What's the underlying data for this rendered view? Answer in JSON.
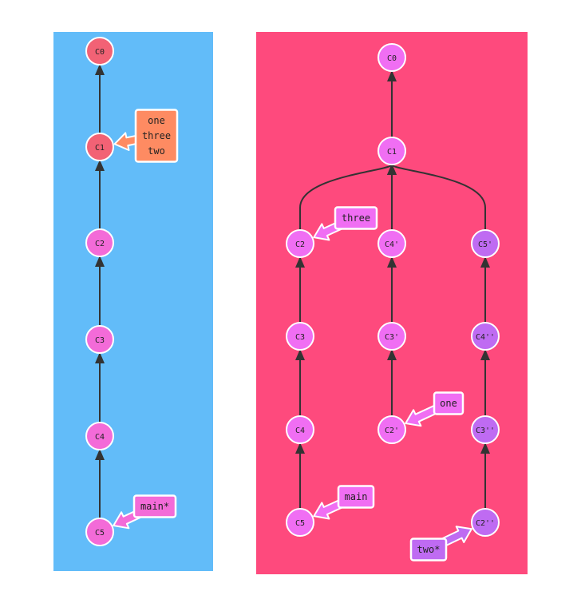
{
  "colors": {
    "left_bg": "#62bcf9",
    "right_bg": "#fe4a7d",
    "commit_pink": "#f36bd8",
    "commit_red": "#f26275",
    "commit_magenta": "#f06ef3",
    "commit_purple": "#bf6bf2",
    "label_orange": "#fe8b62",
    "edge": "#333333"
  },
  "left_graph": {
    "commits": [
      {
        "id": "C0",
        "color": "commit_red"
      },
      {
        "id": "C1",
        "color": "commit_red"
      },
      {
        "id": "C2",
        "color": "commit_pink"
      },
      {
        "id": "C3",
        "color": "commit_pink"
      },
      {
        "id": "C4",
        "color": "commit_pink"
      },
      {
        "id": "C5",
        "color": "commit_pink"
      }
    ],
    "branch_labels": [
      {
        "lines": [
          "one",
          "three",
          "two"
        ],
        "target": "C1",
        "color": "label_orange"
      },
      {
        "lines": [
          "main*"
        ],
        "target": "C5",
        "color": "commit_pink"
      }
    ]
  },
  "right_graph": {
    "commits": [
      {
        "id": "C0",
        "color": "commit_magenta"
      },
      {
        "id": "C1",
        "color": "commit_magenta"
      },
      {
        "id": "C2",
        "color": "commit_magenta"
      },
      {
        "id": "C3",
        "color": "commit_magenta"
      },
      {
        "id": "C4",
        "color": "commit_magenta"
      },
      {
        "id": "C5",
        "color": "commit_magenta"
      },
      {
        "id": "C4'",
        "color": "commit_magenta"
      },
      {
        "id": "C3'",
        "color": "commit_magenta"
      },
      {
        "id": "C2'",
        "color": "commit_magenta"
      },
      {
        "id": "C5'",
        "color": "commit_purple"
      },
      {
        "id": "C4''",
        "color": "commit_purple"
      },
      {
        "id": "C3''",
        "color": "commit_purple"
      },
      {
        "id": "C2''",
        "color": "commit_purple"
      }
    ],
    "branch_labels": [
      {
        "lines": [
          "three"
        ],
        "target": "C2",
        "color": "commit_magenta"
      },
      {
        "lines": [
          "one"
        ],
        "target": "C2'",
        "color": "commit_magenta"
      },
      {
        "lines": [
          "main"
        ],
        "target": "C5",
        "color": "commit_magenta"
      },
      {
        "lines": [
          "two*"
        ],
        "target": "C2''",
        "color": "commit_purple"
      }
    ]
  }
}
